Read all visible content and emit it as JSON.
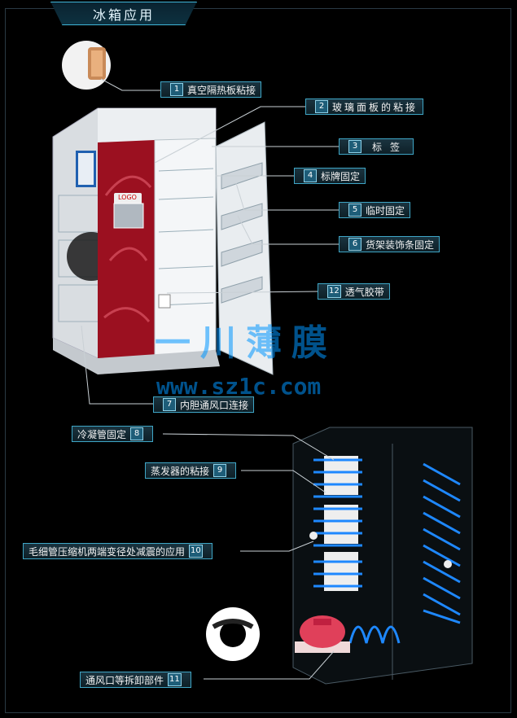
{
  "title": "冰箱应用",
  "callouts": [
    {
      "num": "1",
      "text": "真空隔热板粘接"
    },
    {
      "num": "2",
      "text": "玻璃面板的粘接"
    },
    {
      "num": "3",
      "text": "标签"
    },
    {
      "num": "4",
      "text": "标牌固定"
    },
    {
      "num": "5",
      "text": "临时固定"
    },
    {
      "num": "6",
      "text": "货架装饰条固定"
    },
    {
      "num": "12",
      "text": "透气胶带"
    },
    {
      "num": "7",
      "text": "内胆通风口连接"
    },
    {
      "num": "8",
      "text": "冷凝管固定"
    },
    {
      "num": "9",
      "text": "蒸发器的粘接"
    },
    {
      "num": "10",
      "text": "毛细管压缩机两端变径处减震的应用"
    },
    {
      "num": "11",
      "text": "通风口等拆卸部件"
    }
  ],
  "fridge_logo": "LOGO",
  "watermark": {
    "brand": "一川薄膜",
    "url": "www.sz1c.com"
  },
  "colors": {
    "accent": "#3fb6d8",
    "door_red": "#9b1020",
    "coil_blue": "#1e88ff",
    "compressor": "#e0405a"
  }
}
